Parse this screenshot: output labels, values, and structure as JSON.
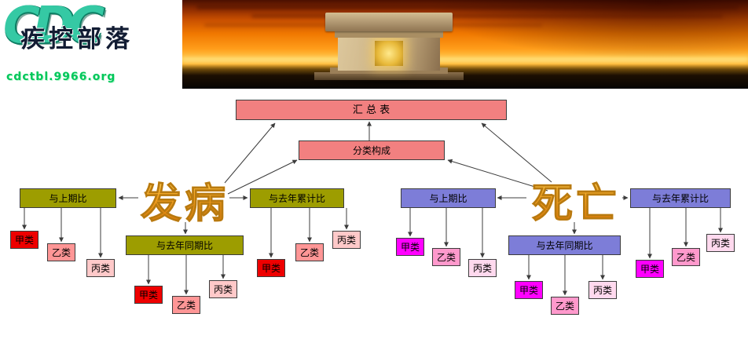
{
  "header": {
    "logo_letters": "CDC",
    "logo_title": "疾控部落",
    "logo_url": "cdctbl.9966.org"
  },
  "diagram": {
    "summary_label": "汇 总 表",
    "composition_label": "分类构成",
    "left": {
      "title": "发病",
      "groups": [
        {
          "label": "与上期比",
          "children": [
            "甲类",
            "乙类",
            "丙类"
          ]
        },
        {
          "label": "与去年同期比",
          "children": [
            "甲类",
            "乙类",
            "丙类"
          ]
        },
        {
          "label": "与去年累计比",
          "children": [
            "甲类",
            "乙类",
            "丙类"
          ]
        }
      ]
    },
    "right": {
      "title": "死亡",
      "groups": [
        {
          "label": "与上期比",
          "children": [
            "甲类",
            "乙类",
            "丙类"
          ]
        },
        {
          "label": "与去年同期比",
          "children": [
            "甲类",
            "乙类",
            "丙类"
          ]
        },
        {
          "label": "与去年累计比",
          "children": [
            "甲类",
            "乙类",
            "丙类"
          ]
        }
      ]
    },
    "colors": {
      "summary_bg": "#F28080",
      "incidence_group_bg": "#9D9D00",
      "death_group_bg": "#7D7DD8",
      "incidence_class_a": "#EE0000",
      "incidence_class_b": "#FF9696",
      "incidence_class_c": "#FFC9C9",
      "death_class_a": "#FF00FF",
      "death_class_b": "#FF99CC",
      "death_class_c": "#FFD9EE",
      "wordart_color": "#F59B0C"
    }
  }
}
